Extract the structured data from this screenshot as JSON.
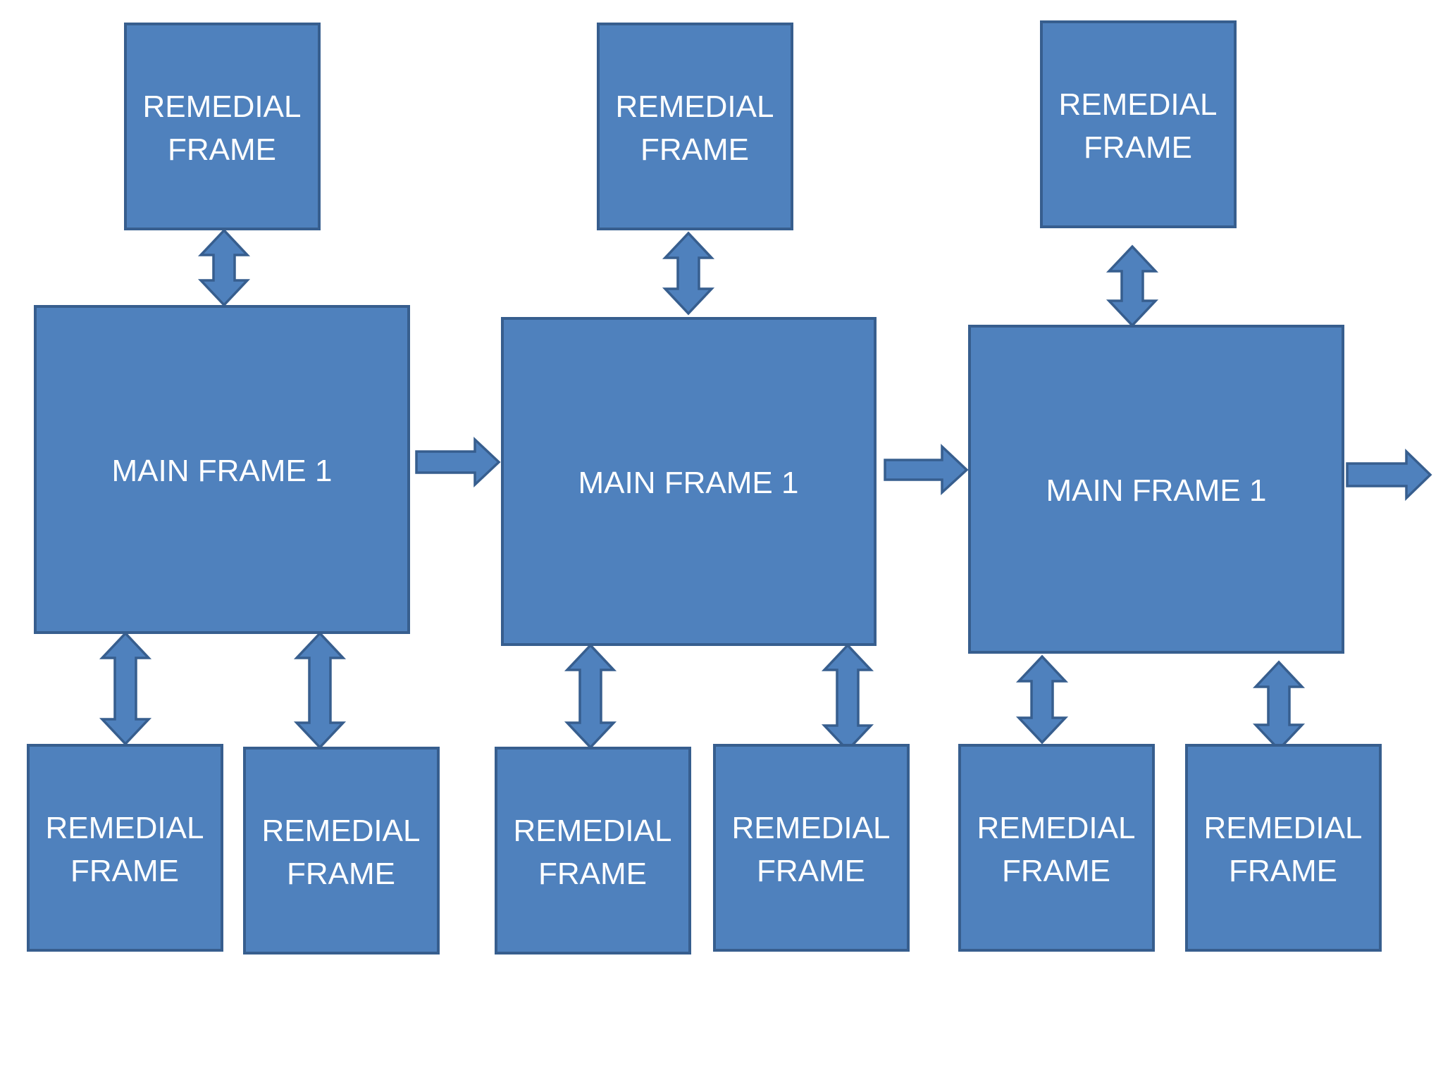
{
  "diagram": {
    "colors": {
      "box_fill": "#4f81bd",
      "box_stroke": "#375e8e",
      "text": "#ffffff",
      "background": "#ffffff"
    },
    "columns": [
      {
        "main": {
          "label": "MAIN FRAME 1"
        },
        "top_remedial": {
          "line1": "REMEDIAL",
          "line2": "FRAME"
        },
        "bottom_remedial": [
          {
            "line1": "REMEDIAL",
            "line2": "FRAME"
          },
          {
            "line1": "REMEDIAL",
            "line2": "FRAME"
          }
        ]
      },
      {
        "main": {
          "label": "MAIN FRAME 1"
        },
        "top_remedial": {
          "line1": "REMEDIAL",
          "line2": "FRAME"
        },
        "bottom_remedial": [
          {
            "line1": "REMEDIAL",
            "line2": "FRAME"
          },
          {
            "line1": "REMEDIAL",
            "line2": "FRAME"
          }
        ]
      },
      {
        "main": {
          "label": "MAIN FRAME 1"
        },
        "top_remedial": {
          "line1": "REMEDIAL",
          "line2": "FRAME"
        },
        "bottom_remedial": [
          {
            "line1": "REMEDIAL",
            "line2": "FRAME"
          },
          {
            "line1": "REMEDIAL",
            "line2": "FRAME"
          }
        ]
      }
    ]
  }
}
